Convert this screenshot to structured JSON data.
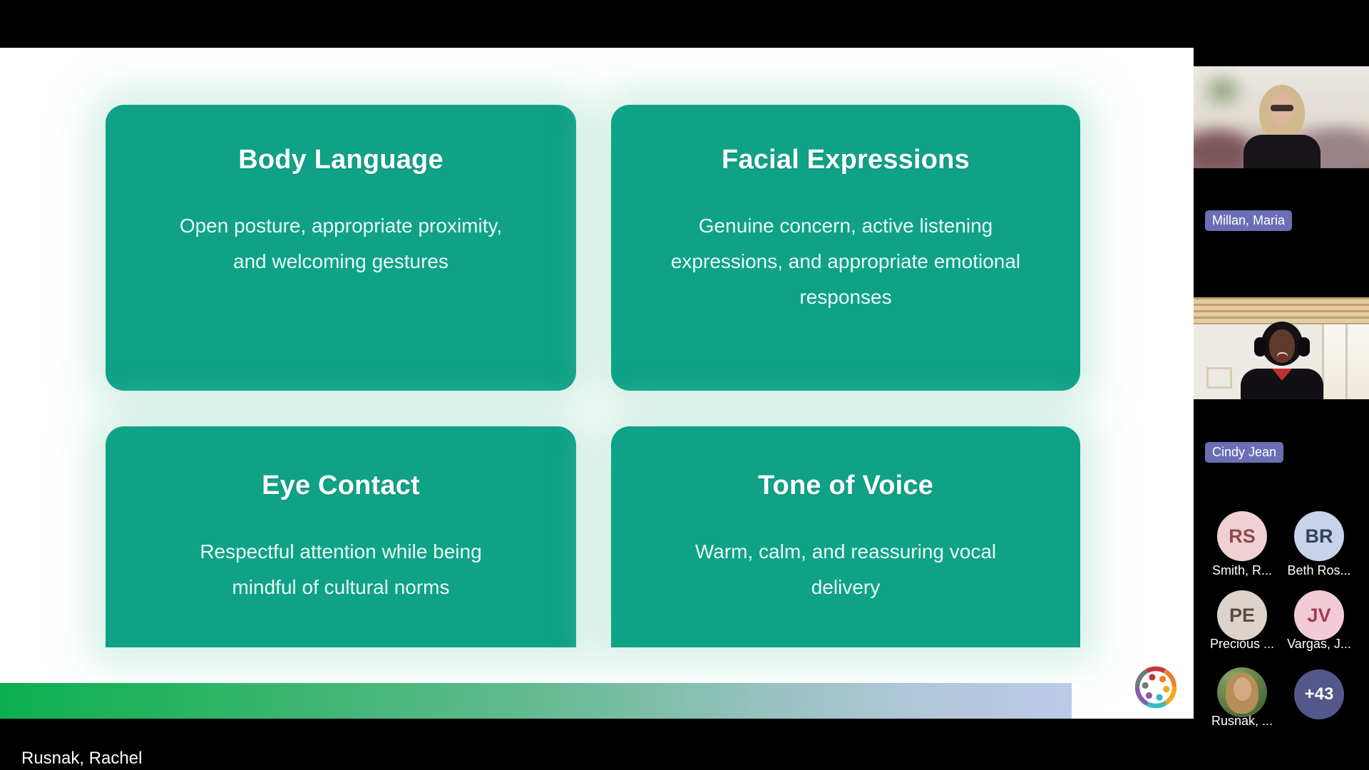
{
  "app": {
    "context": "video meeting with shared presentation slide"
  },
  "slide": {
    "cards": [
      {
        "title": "Body Language",
        "lines": [
          "Open posture, appropriate proximity,",
          "and welcoming gestures"
        ]
      },
      {
        "title": "Facial Expressions",
        "lines": [
          "Genuine concern, active listening",
          "expressions, and appropriate emotional",
          "responses"
        ]
      },
      {
        "title": "Eye Contact",
        "lines": [
          "Respectful attention while being",
          "mindful of cultural norms"
        ]
      },
      {
        "title": "Tone of Voice",
        "lines": [
          "Warm, calm, and reassuring vocal",
          "delivery"
        ]
      }
    ],
    "card_color": "#0FA287",
    "accent_bar_gradient": [
      "#0CB050",
      "#5FBA8E",
      "#BCCAE8"
    ],
    "logo_colors": {
      "red": "#C7333C",
      "orange": "#E8822C",
      "amber": "#F2A71C",
      "teal": "#39B9C6",
      "purple": "#8A5CA8",
      "gray": "#71787E"
    }
  },
  "presenter": {
    "name_label": "Rusnak, Rachel"
  },
  "participants": {
    "name_pill_color": "#6B6EB4",
    "video_tiles": [
      {
        "name": "Millan, Maria"
      },
      {
        "name": "Cindy Jean"
      }
    ],
    "avatars": [
      {
        "initials": "RS",
        "label": "Smith, R...",
        "bg": "#EFD0D3",
        "fg": "#8C4A52"
      },
      {
        "initials": "BR",
        "label": "Beth Ros...",
        "bg": "#C6D3E8",
        "fg": "#33425B"
      },
      {
        "initials": "PE",
        "label": "Precious ...",
        "bg": "#DDD3CD",
        "fg": "#5D4A44"
      },
      {
        "initials": "JV",
        "label": "Vargas, J...",
        "bg": "#F2CBD7",
        "fg": "#A23B54"
      },
      {
        "initials": "",
        "label": "Rusnak, ...",
        "bg": "",
        "fg": ""
      },
      {
        "initials": "+43",
        "label": "",
        "bg": "#545789",
        "fg": "#FFFFFF"
      }
    ]
  }
}
